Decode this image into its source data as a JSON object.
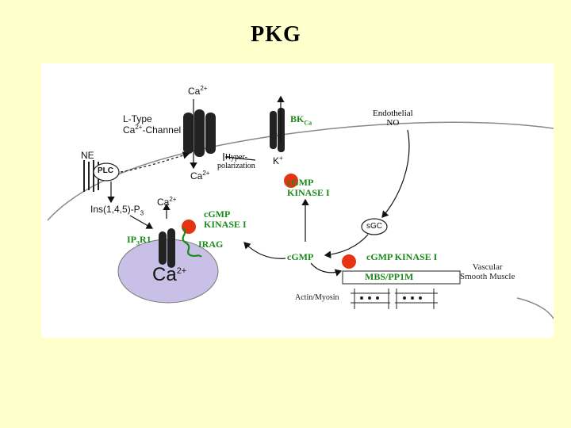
{
  "title": "PKG",
  "diagram": {
    "ca_top": "Ca",
    "ca_top_sup": "2+",
    "ltype_line1": "L-Type",
    "ltype_line2_prefix": "Ca",
    "ltype_line2_sup": "2+",
    "ltype_line2_suffix": "-Channel",
    "ca_mid": "Ca",
    "ca_mid_sup": "2+",
    "hyper_line1": "Hyper-",
    "hyper_line2": "polarization",
    "bk_prefix": "BK",
    "bk_sub": "Ca",
    "k_label": "K",
    "k_sup": "+",
    "endo_line1": "Endothelial",
    "endo_line2": "NO",
    "ne": "NE",
    "plc": "PLC",
    "ins_prefix": "Ins(1,4,5)-P",
    "ins_sub": "3",
    "ca_er": "Ca",
    "ca_er_sup": "2+",
    "cgmp_kinase_top_1": "cGMP",
    "cgmp_kinase_top_2": "KINASE I",
    "cgmp_kinase_mid_1": "cGMP",
    "cgmp_kinase_mid_2": "KINASE I",
    "ip3r_prefix": "IP",
    "ip3r_sub": "3",
    "ip3r_suffix": "R1",
    "irag": "IRAG",
    "sgc": "sGC",
    "cgmp": "cGMP",
    "cgmp_kinase_right": "cGMP KINASE I",
    "mbs": "MBS/PP1M",
    "vascular_line1": "Vascular",
    "vascular_line2": "Smooth Muscle",
    "ca_store": "Ca",
    "ca_store_sup": "2+",
    "actin": "Actin/Myosin"
  },
  "colors": {
    "background": "#ffffcc",
    "kinase_dot": "#e63312",
    "er_fill": "#c8c0e6",
    "kinase_text": "#1a8a1a"
  }
}
